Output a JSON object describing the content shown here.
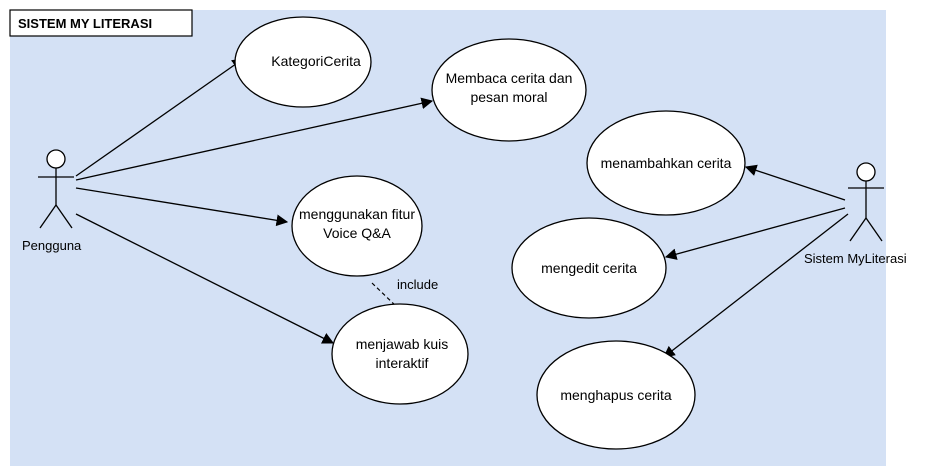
{
  "system": {
    "title": "SISTEM MY LITERASI",
    "background": "#d4e1f5"
  },
  "actors": {
    "user": "Pengguna",
    "system": "Sistem MyLiterasi"
  },
  "use_cases": {
    "kategori": [
      "KategoriCerita"
    ],
    "membaca": [
      "Membaca cerita dan",
      "pesan moral"
    ],
    "voice": [
      "menggunakan fitur",
      "Voice Q&A"
    ],
    "kuis": [
      "menjawab kuis",
      "interaktif"
    ],
    "tambah": [
      "menambahkan cerita"
    ],
    "edit": [
      "mengedit cerita"
    ],
    "hapus": [
      "menghapus cerita"
    ]
  },
  "relations": {
    "include_label": "include"
  },
  "colors": {
    "ellipse_fill": "#ffffff",
    "stroke": "#000000"
  }
}
